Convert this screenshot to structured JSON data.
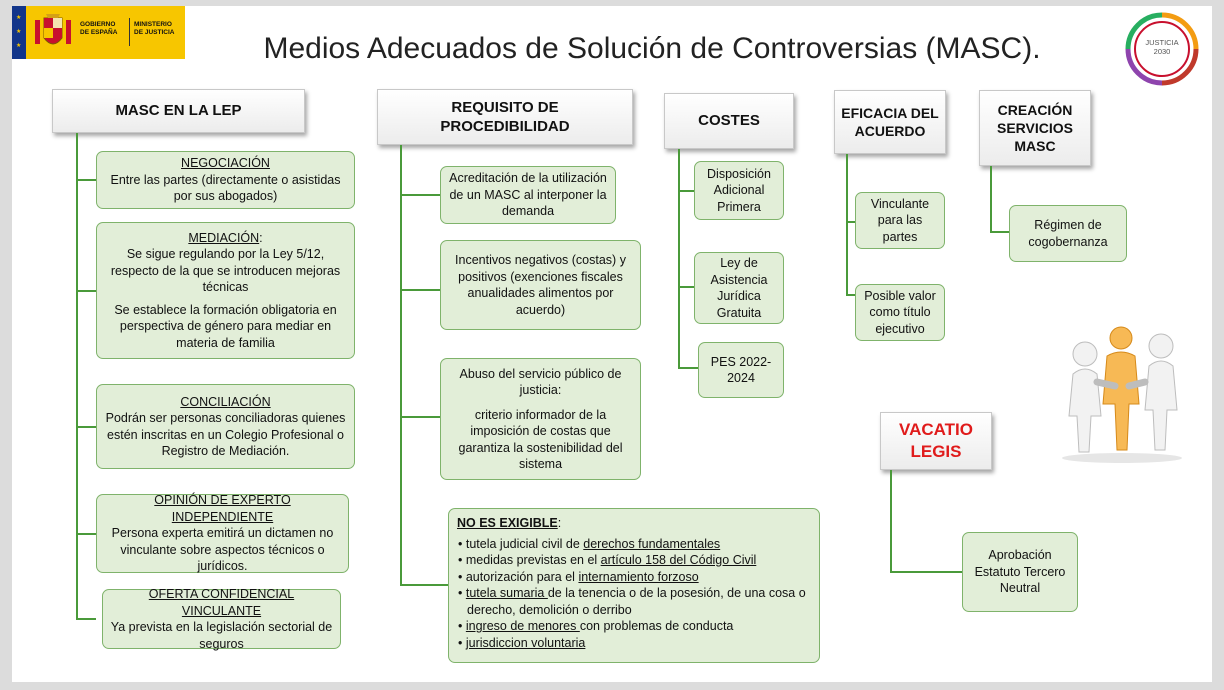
{
  "logo": {
    "left_text": "GOBIERNO\nDE ESPAÑA",
    "right_text": "MINISTERIO\nDE JUSTICIA",
    "badge_text": "JUSTICIA\n2030",
    "colors": {
      "yellow": "#f7c600",
      "red": "#c8102e",
      "blue": "#12358a"
    }
  },
  "title": "Medios Adecuados de Solución de Controversias (MASC).",
  "col1": {
    "header": "MASC EN LA LEP",
    "boxes": [
      {
        "title": "NEGOCIACIÓN",
        "text": "Entre las partes (directamente o asistidas por sus abogados)"
      },
      {
        "title": "MEDIACIÓN",
        "title_suffix": ":",
        "text": "Se sigue regulando por la Ley 5/12, respecto de la que se introducen mejoras técnicas",
        "text2": "Se establece la formación obligatoria en perspectiva de género para mediar en materia de  familia"
      },
      {
        "title": "CONCILIACIÓN",
        "text": "Podrán ser personas conciliadoras quienes estén inscritas en un Colegio Profesional o Registro de Mediación."
      },
      {
        "title": "OPINIÓN DE EXPERTO INDEPENDIENTE",
        "text": "Persona experta emitirá un dictamen no vinculante sobre aspectos técnicos o jurídicos."
      },
      {
        "title": "OFERTA CONFIDENCIAL VINCULANTE",
        "text": "Ya prevista en la legislación sectorial de seguros"
      }
    ]
  },
  "col2": {
    "header": "REQUISITO DE PROCEDIBILIDAD",
    "boxes": [
      {
        "text": "Acreditación de la utilización de un MASC al interponer la demanda"
      },
      {
        "text": "Incentivos negativos (costas) y positivos (exenciones fiscales anualidades alimentos por acuerdo)"
      },
      {
        "text": "Abuso del servicio público de justicia:",
        "text2": "criterio informador de la imposición de costas que garantiza la sostenibilidad del sistema"
      }
    ],
    "no_exigible": {
      "title": "NO ES EXIGIBLE",
      "items": [
        {
          "pre": "tutela judicial civil de ",
          "u": "derechos fundamentales",
          "post": ""
        },
        {
          "pre": "medidas previstas en el ",
          "u": "artículo 158 del Código Civil",
          "post": ""
        },
        {
          "pre": "autorización para el ",
          "u": "internamiento forzoso",
          "post": ""
        },
        {
          "pre": "",
          "u": "tutela sumaria ",
          "post": "de la tenencia o de la posesión, de una cosa o derecho, demolición o derribo"
        },
        {
          "pre": "",
          "u": "ingreso de menores ",
          "post": "con problemas de conducta"
        },
        {
          "pre": "",
          "u": "jurisdiccion voluntaria",
          "post": ""
        }
      ]
    }
  },
  "col3": {
    "header": "COSTES",
    "boxes": [
      {
        "text": "Disposición Adicional Primera"
      },
      {
        "text": "Ley de Asistencia Jurídica Gratuita"
      },
      {
        "text": "PES 2022-2024"
      }
    ]
  },
  "col4": {
    "header": "EFICACIA DEL ACUERDO",
    "boxes": [
      {
        "text": "Vinculante para las partes"
      },
      {
        "text": "Posible valor como título ejecutivo"
      }
    ]
  },
  "col5": {
    "header": "CREACIÓN SERVICIOS MASC",
    "boxes": [
      {
        "text": "Régimen de cogobernanza"
      }
    ]
  },
  "vacatio": {
    "header": "VACATIO LEGIS",
    "boxes": [
      {
        "text": "Aprobación Estatuto Tercero Neutral"
      }
    ]
  }
}
